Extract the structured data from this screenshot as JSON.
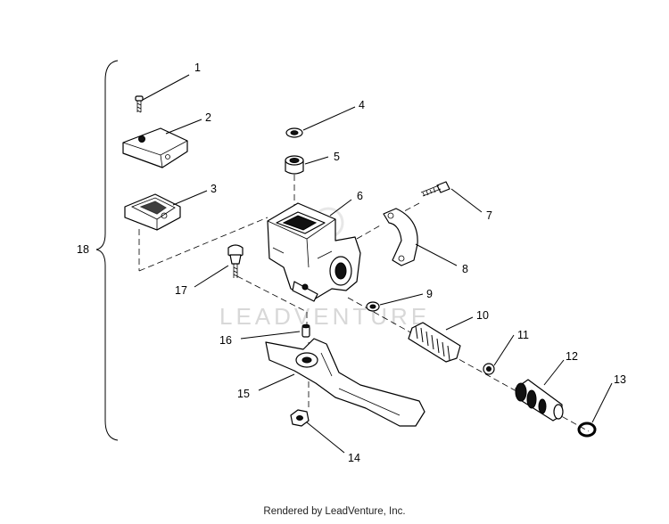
{
  "callouts": [
    "1",
    "2",
    "3",
    "4",
    "5",
    "6",
    "7",
    "8",
    "9",
    "10",
    "11",
    "12",
    "13",
    "14",
    "15",
    "16",
    "17",
    "18"
  ],
  "watermark": "LEADVENTURE",
  "footer": "Rendered by LeadVenture, Inc."
}
